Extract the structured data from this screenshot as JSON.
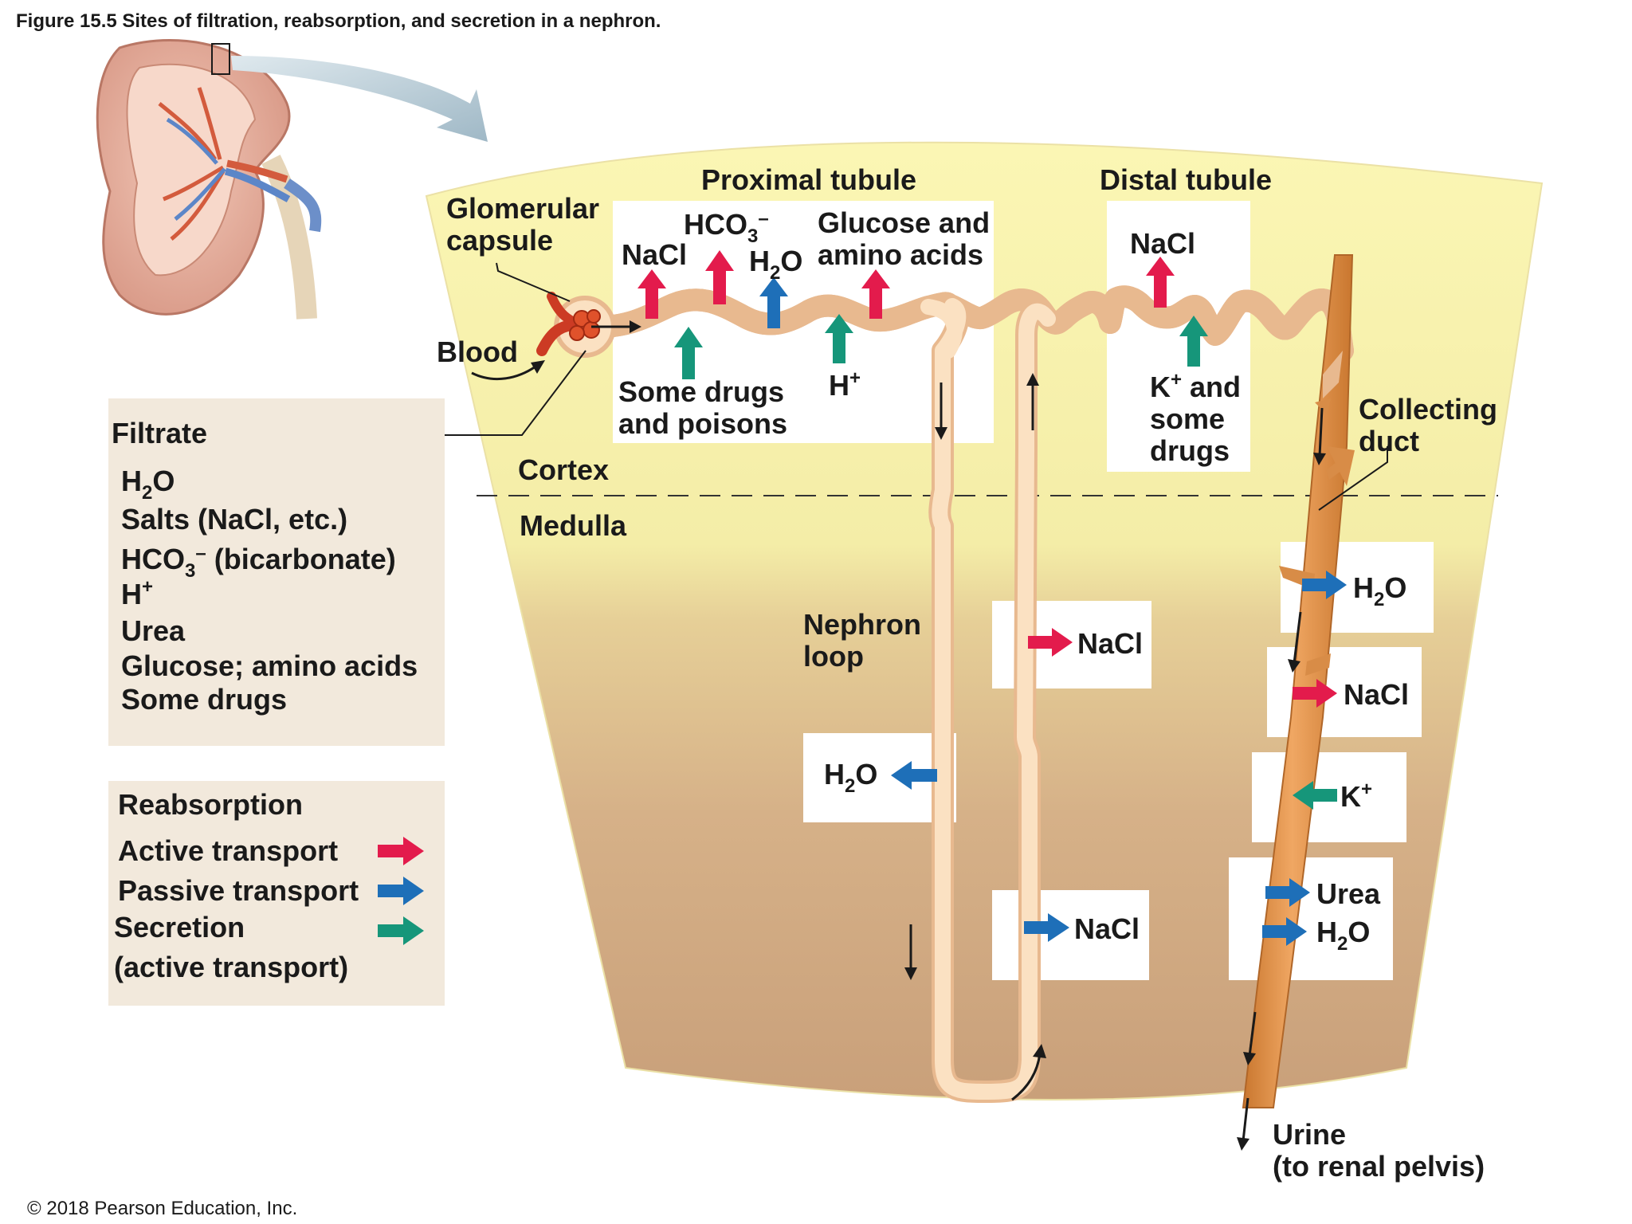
{
  "figure_caption": "Figure 15.5 Sites of filtration, reabsorption, and secretion in a nephron.",
  "copyright": "© 2018 Pearson Education, Inc.",
  "regions": {
    "cortex": "Cortex",
    "medulla": "Medulla"
  },
  "structures": {
    "glomerular_capsule": [
      "Glomerular",
      "capsule"
    ],
    "blood": "Blood",
    "proximal_tubule": "Proximal tubule",
    "distal_tubule": "Distal tubule",
    "collecting_duct": [
      "Collecting",
      "duct"
    ],
    "nephron_loop": [
      "Nephron",
      "loop"
    ],
    "urine": [
      "Urine",
      "(to renal pelvis)"
    ]
  },
  "filtrate": {
    "title": "Filtrate",
    "items": [
      "H2O",
      "Salts (NaCl, etc.)",
      "HCO3– (bicarbonate)",
      "H+",
      "Urea",
      "Glucose; amino acids",
      "Some drugs"
    ]
  },
  "legend": {
    "title": "Reabsorption",
    "active": "Active transport",
    "passive": "Passive transport",
    "secretion": [
      "Secretion",
      "(active transport)"
    ]
  },
  "proximal_labels": {
    "nacl": "NaCl",
    "hco3": "HCO3–",
    "h2o": "H2O",
    "glucose": [
      "Glucose and",
      "amino acids"
    ],
    "drugs": [
      "Some drugs",
      "and poisons"
    ],
    "h_plus": "H+"
  },
  "distal_labels": {
    "nacl": "NaCl",
    "k_drugs": [
      "K+ and",
      "some",
      "drugs"
    ]
  },
  "loop_labels": {
    "h2o": "H2O",
    "nacl_upper": "NaCl",
    "nacl_lower": "NaCl"
  },
  "duct_labels": {
    "h2o_top": "H2O",
    "nacl": "NaCl",
    "k_plus": "K+",
    "urea": "Urea",
    "h2o_bottom": "H2O"
  },
  "colors": {
    "active_transport": "#e31b4c",
    "passive_transport": "#1e6fb8",
    "secretion": "#16967a",
    "cortex": "#f7f1a6",
    "medulla": "#cfa884",
    "tubule": "#fbe1c2",
    "tubule_outline": "#e8b98f",
    "collecting_duct": "#d88c47",
    "panel": "#f2e9dc"
  }
}
